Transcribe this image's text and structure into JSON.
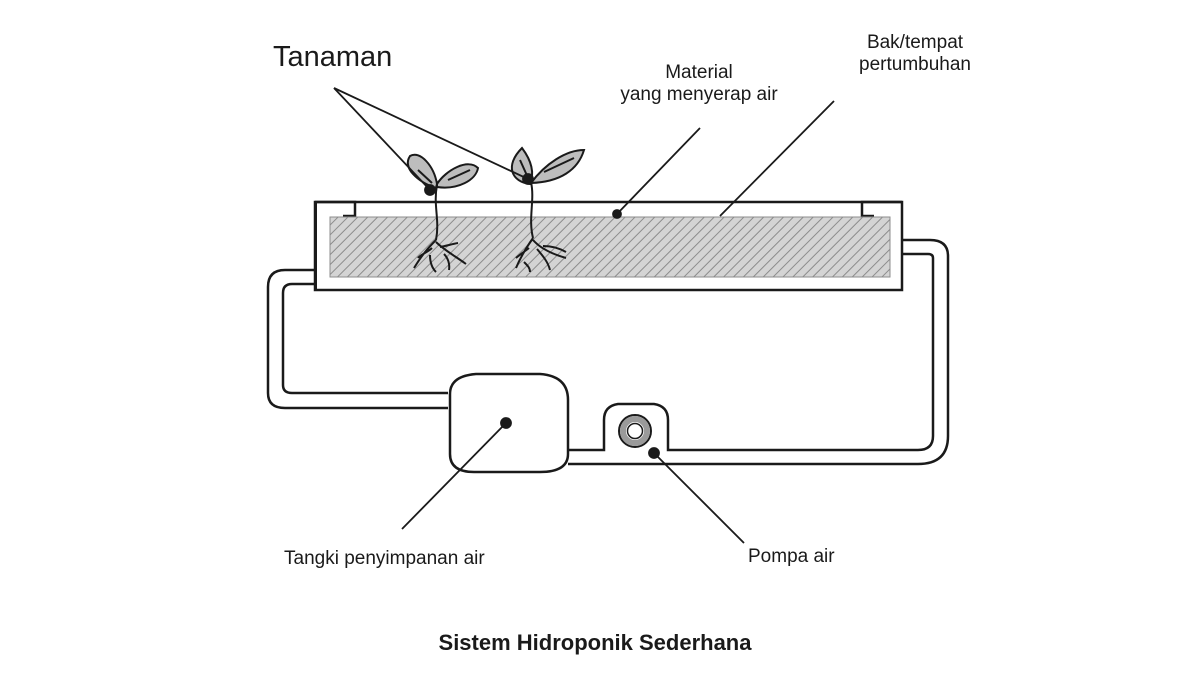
{
  "diagram": {
    "title": "Sistem Hidroponik Sederhana",
    "labels": {
      "plants": "Tanaman",
      "absorbent_material_line1": "Material",
      "absorbent_material_line2": "yang menyerap air",
      "growing_tray_line1": "Bak/tempat",
      "growing_tray_line2": "pertumbuhan",
      "storage_tank": "Tangki penyimpanan air",
      "water_pump": "Pompa air"
    },
    "colors": {
      "stroke": "#1a1a1a",
      "hatch_fill": "#d4d4d4",
      "hatch_line": "#8c8c8c",
      "leaf_fill": "#bdbdbd",
      "pump_ring": "#9a9a9a"
    }
  }
}
